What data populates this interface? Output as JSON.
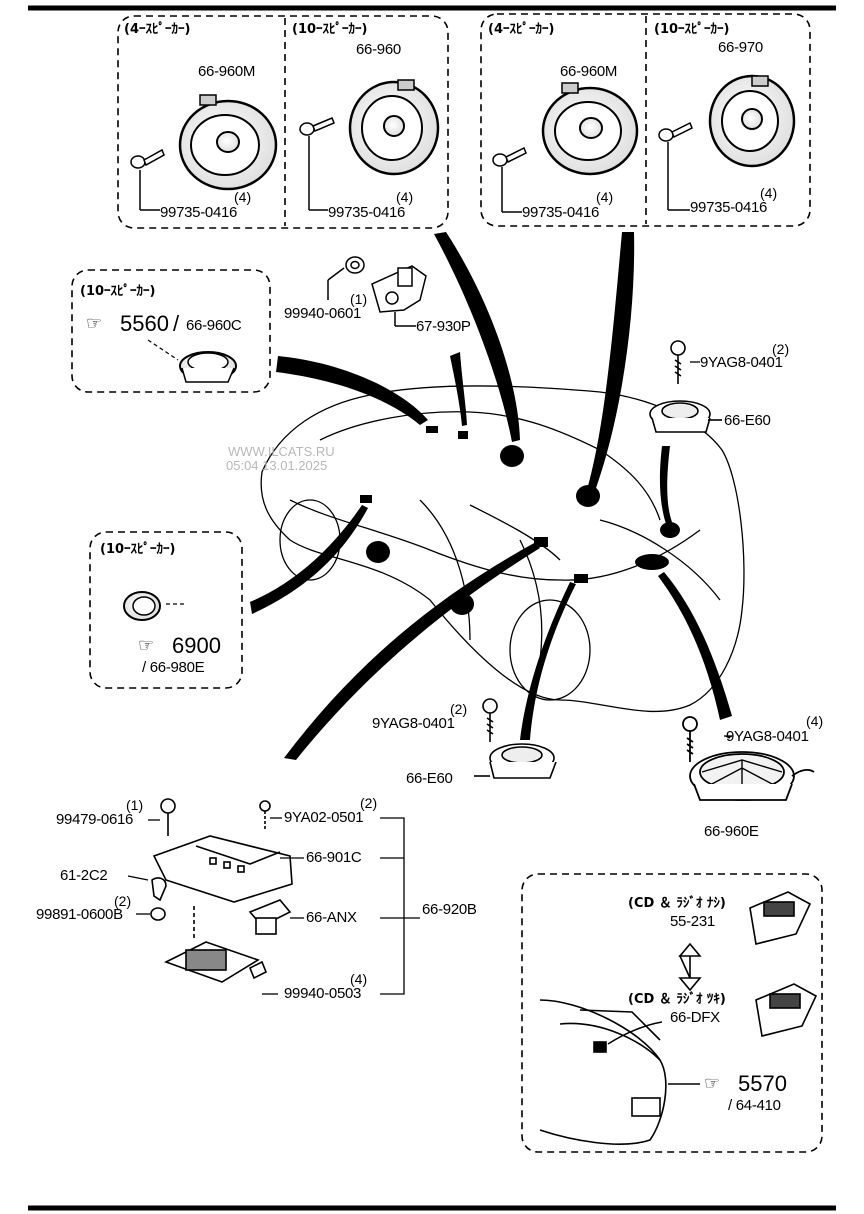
{
  "watermark": {
    "site": "WWW.ILCATS.RU",
    "stamp": "05:04 13.01.2025"
  },
  "boxes": {
    "front_4": {
      "header": "(4ｰｽﾋﾟｰｶｰ)",
      "part": "66-960M",
      "screw": "99735-0416",
      "qty": "(4)"
    },
    "front_10": {
      "header": "(10ｰｽﾋﾟｰｶｰ)",
      "part": "66-960",
      "screw": "99735-0416",
      "qty": "(4)"
    },
    "rear_4": {
      "header": "(4ｰｽﾋﾟｰｶｰ)",
      "part": "66-960M",
      "screw": "99735-0416",
      "qty": "(4)"
    },
    "rear_10": {
      "header": "(10ｰｽﾋﾟｰｶｰ)",
      "part": "66-970",
      "screw": "99735-0416",
      "qty": "(4)"
    },
    "dash_10": {
      "header": "(10ｰｽﾋﾟｰｶｰ)",
      "ref": "5560",
      "slash": "/",
      "part": "66-960C"
    },
    "door_10": {
      "header": "(10ｰｽﾋﾟｰｶｰ)",
      "ref": "6900",
      "part": "/ 66-980E"
    }
  },
  "parts": {
    "bracket_nut": "99940-0601",
    "bracket_qty": "(1)",
    "bracket": "67-930P",
    "rear_tw_screw": "9YAG8-0401",
    "rear_tw_screw_qty": "(2)",
    "rear_tw": "66-E60",
    "front_tw_screw": "9YAG8-0401",
    "front_tw_screw_qty": "(2)",
    "front_tw": "66-E60",
    "sub_screw": "9YAG8-0401",
    "sub_screw_qty": "(4)",
    "sub": "66-960E",
    "amp_bolt": "99479-0616",
    "amp_bolt_qty": "(1)",
    "amp_screw": "9YA02-0501",
    "amp_screw_qty": "(2)",
    "amp_bracket": "66-901C",
    "clip": "61-2C2",
    "clip_nut": "99891-0600B",
    "clip_nut_qty": "(2)",
    "anx": "66-ANX",
    "amp_assy": "66-920B",
    "amp_nut": "99940-0503",
    "amp_nut_qty": "(4)"
  },
  "console": {
    "without_label": "(CD ＆ ﾗｼﾞｵ ﾅｼ)",
    "without_part": "55-231",
    "with_label": "(CD ＆ ﾗｼﾞｵ ﾂｷ)",
    "with_part": "66-DFX",
    "ref": "5570",
    "ref_part": "/ 64-410"
  }
}
